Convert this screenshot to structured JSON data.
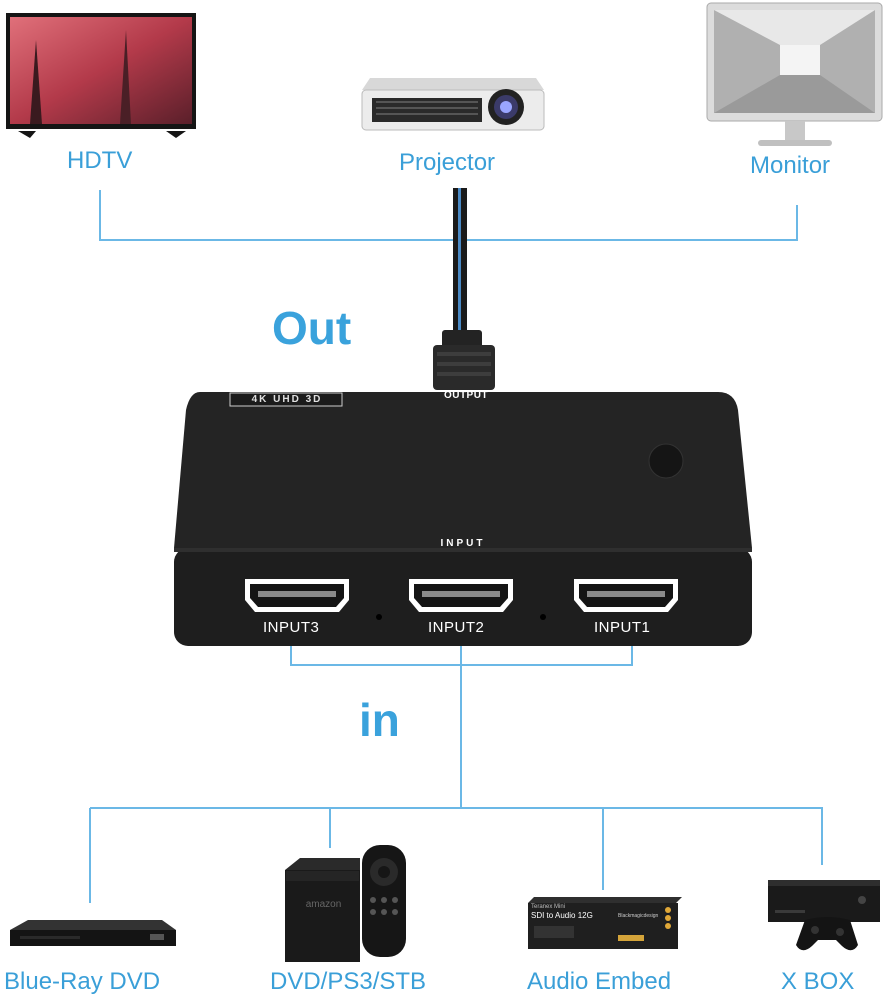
{
  "outputs": [
    {
      "label": "HDTV"
    },
    {
      "label": "Projector"
    },
    {
      "label": "Monitor"
    }
  ],
  "out_label": "Out",
  "in_label": "in",
  "switch": {
    "badge": "4K UHD 3D",
    "output_label": "OUTPUT",
    "input_label": "INPUT",
    "ports": [
      "INPUT3",
      "INPUT2",
      "INPUT1"
    ]
  },
  "inputs": [
    {
      "label": "Blue-Ray DVD"
    },
    {
      "label": "DVD/PS3/STB"
    },
    {
      "label": "Audio Embed"
    },
    {
      "label": "X BOX"
    }
  ],
  "devices": {
    "amazon_brand": "amazon",
    "audio_box_title": "SDI to Audio 12G",
    "audio_box_sub": "Teranex Mini",
    "audio_box_brand": "Blackmagicdesign"
  },
  "colors": {
    "line": "#6bb8e6",
    "label": "#3a9fd8",
    "device": "#1c1c1c"
  }
}
